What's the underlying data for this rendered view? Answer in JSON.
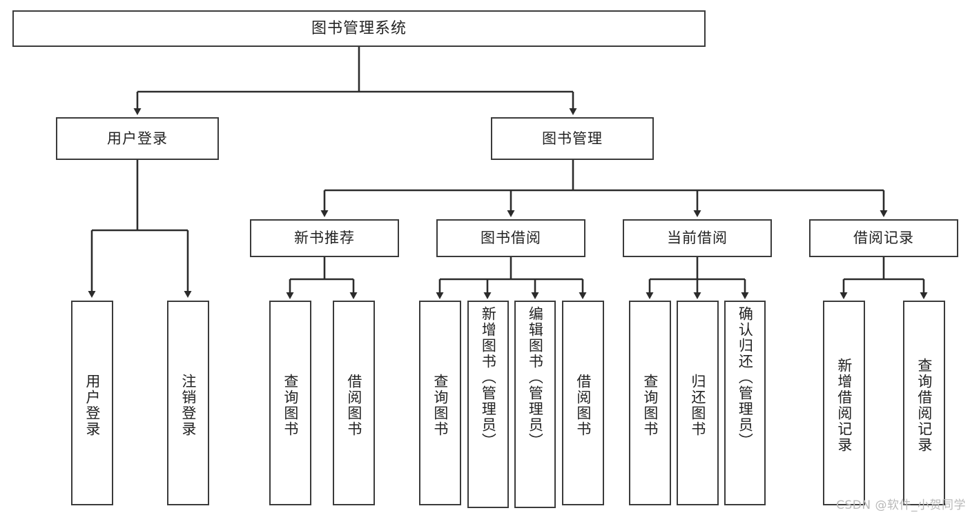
{
  "diagram": {
    "title": "图书管理系统",
    "type": "tree-hierarchy",
    "watermark": "CSDN @软件_小贺同学",
    "colors": {
      "box_border": "#3a3a3a",
      "box_fill": "#ffffff",
      "connector": "#2b2b2b",
      "watermark": "#b9b9b9"
    },
    "levels": [
      {
        "level": 1,
        "nodes": [
          "图书管理系统"
        ]
      },
      {
        "level": 2,
        "nodes": [
          "用户登录",
          "图书管理"
        ]
      },
      {
        "level": 3,
        "nodes": [
          "新书推荐",
          "图书借阅",
          "当前借阅",
          "借阅记录"
        ]
      },
      {
        "level": 4,
        "nodes": [
          "用户登录",
          "注销登录",
          "查询图书",
          "借阅图书",
          "查询图书",
          "新增图书（管理员）",
          "编辑图书（管理员）",
          "借阅图书",
          "查询图书",
          "归还图书",
          "确认归还（管理员）",
          "新增借阅记录",
          "查询借阅记录"
        ]
      }
    ],
    "nodes": {
      "root": {
        "label": "图书管理系统"
      },
      "user_login": {
        "label": "用户登录"
      },
      "book_manage": {
        "label": "图书管理"
      },
      "new_book_rec": {
        "label": "新书推荐"
      },
      "book_borrow": {
        "label": "图书借阅"
      },
      "current_borrow": {
        "label": "当前借阅"
      },
      "borrow_record": {
        "label": "借阅记录"
      },
      "leaf_user_login": {
        "label": "用户登录"
      },
      "leaf_logout": {
        "label": "注销登录"
      },
      "leaf_query_book_1": {
        "label": "查询图书"
      },
      "leaf_borrow_book_1": {
        "label": "借阅图书"
      },
      "leaf_query_book_2": {
        "label": "查询图书"
      },
      "leaf_add_book_admin": {
        "label": "新增图书（管理员）"
      },
      "leaf_edit_book_admin": {
        "label": "编辑图书（管理员）"
      },
      "leaf_borrow_book_2": {
        "label": "借阅图书"
      },
      "leaf_query_book_3": {
        "label": "查询图书"
      },
      "leaf_return_book": {
        "label": "归还图书"
      },
      "leaf_confirm_return_admin": {
        "label": "确认归还（管理员）"
      },
      "leaf_add_record": {
        "label": "新增借阅记录"
      },
      "leaf_query_record": {
        "label": "查询借阅记录"
      }
    },
    "edges": [
      {
        "from": "root",
        "to": "user_login"
      },
      {
        "from": "root",
        "to": "book_manage"
      },
      {
        "from": "user_login",
        "to": "leaf_user_login"
      },
      {
        "from": "user_login",
        "to": "leaf_logout"
      },
      {
        "from": "book_manage",
        "to": "new_book_rec"
      },
      {
        "from": "book_manage",
        "to": "book_borrow"
      },
      {
        "from": "book_manage",
        "to": "current_borrow"
      },
      {
        "from": "book_manage",
        "to": "borrow_record"
      },
      {
        "from": "new_book_rec",
        "to": "leaf_query_book_1"
      },
      {
        "from": "new_book_rec",
        "to": "leaf_borrow_book_1"
      },
      {
        "from": "book_borrow",
        "to": "leaf_query_book_2"
      },
      {
        "from": "book_borrow",
        "to": "leaf_add_book_admin"
      },
      {
        "from": "book_borrow",
        "to": "leaf_edit_book_admin"
      },
      {
        "from": "book_borrow",
        "to": "leaf_borrow_book_2"
      },
      {
        "from": "current_borrow",
        "to": "leaf_query_book_3"
      },
      {
        "from": "current_borrow",
        "to": "leaf_return_book"
      },
      {
        "from": "current_borrow",
        "to": "leaf_confirm_return_admin"
      },
      {
        "from": "borrow_record",
        "to": "leaf_add_record"
      },
      {
        "from": "borrow_record",
        "to": "leaf_query_record"
      }
    ]
  }
}
